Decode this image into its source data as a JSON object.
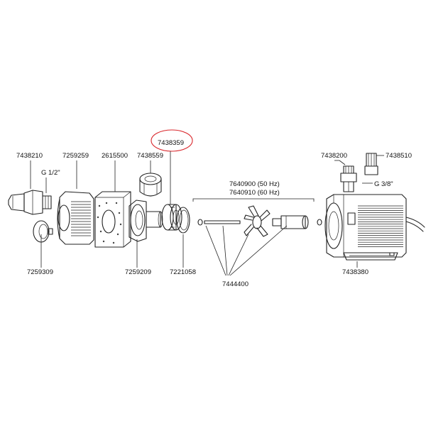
{
  "labels": {
    "p7438210": "7438210",
    "g_half": "G 1/2\"",
    "p7259259": "7259259",
    "p2615500": "2615500",
    "p7438559": "7438559",
    "p7438359": "7438359",
    "hz50": "7640900 (50 Hz)",
    "hz60": "7640910 (60 Hz)",
    "p7438200": "7438200",
    "p7438510": "7438510",
    "g_3_8": "G 3/8\"",
    "p7259309": "7259309",
    "p7259209": "7259209",
    "p7221058": "7221058",
    "p7444400": "7444400",
    "p7438380": "7438380"
  },
  "highlight": {
    "part": "7438359",
    "color": "#d9262b"
  },
  "colors": {
    "line": "#222222",
    "text": "#111111"
  }
}
